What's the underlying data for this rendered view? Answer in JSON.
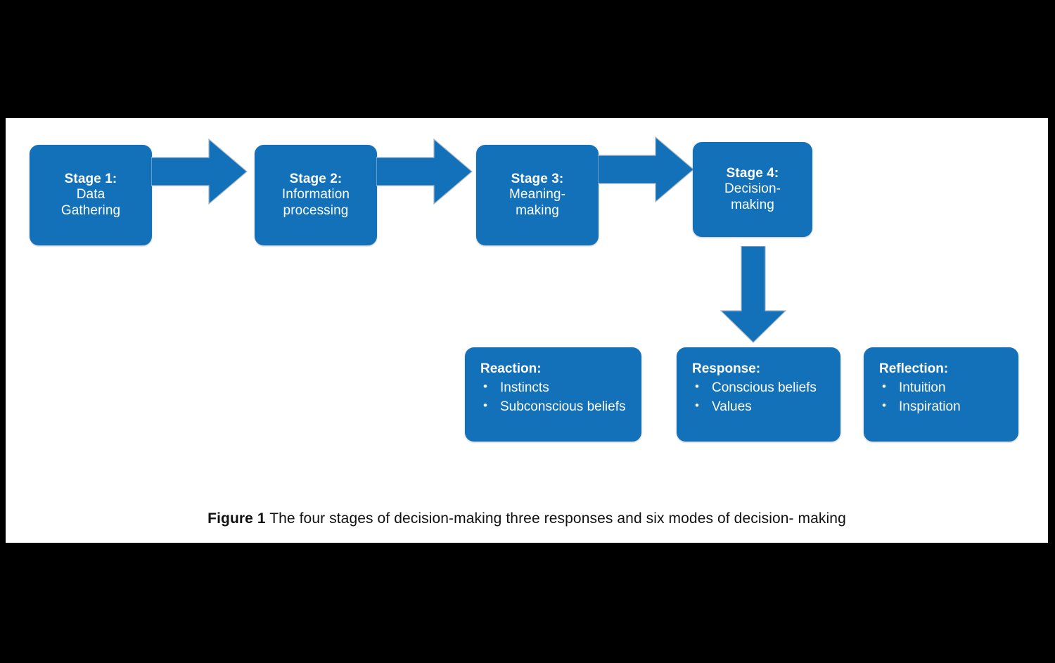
{
  "figure": {
    "caption_label": "Figure 1",
    "caption_text": " The four stages of decision-making three responses and six modes of decision- making",
    "background_color": "#000000",
    "canvas_color": "#ffffff",
    "accent_color": "#1271B8",
    "text_on_accent": "#ffffff"
  },
  "stages": [
    {
      "title": "Stage 1:",
      "sub_line1": "Data",
      "sub_line2": "Gathering"
    },
    {
      "title": "Stage 2:",
      "sub_line1": "Information",
      "sub_line2": "processing"
    },
    {
      "title": "Stage 3:",
      "sub_line1": "Meaning-",
      "sub_line2": "making"
    },
    {
      "title": "Stage 4:",
      "sub_line1": "Decision-",
      "sub_line2": "making"
    }
  ],
  "arrows": [
    {
      "name": "arrow-stage1-to-stage2",
      "direction": "right"
    },
    {
      "name": "arrow-stage2-to-stage3",
      "direction": "right"
    },
    {
      "name": "arrow-stage3-to-stage4",
      "direction": "right"
    },
    {
      "name": "arrow-stage4-to-response",
      "direction": "down"
    }
  ],
  "modes": [
    {
      "title": "Reaction:",
      "items": [
        "Instincts",
        "Subconscious beliefs"
      ]
    },
    {
      "title": "Response:",
      "items": [
        "Conscious beliefs",
        "Values"
      ]
    },
    {
      "title": "Reflection:",
      "items": [
        "Intuition",
        "Inspiration"
      ]
    }
  ]
}
